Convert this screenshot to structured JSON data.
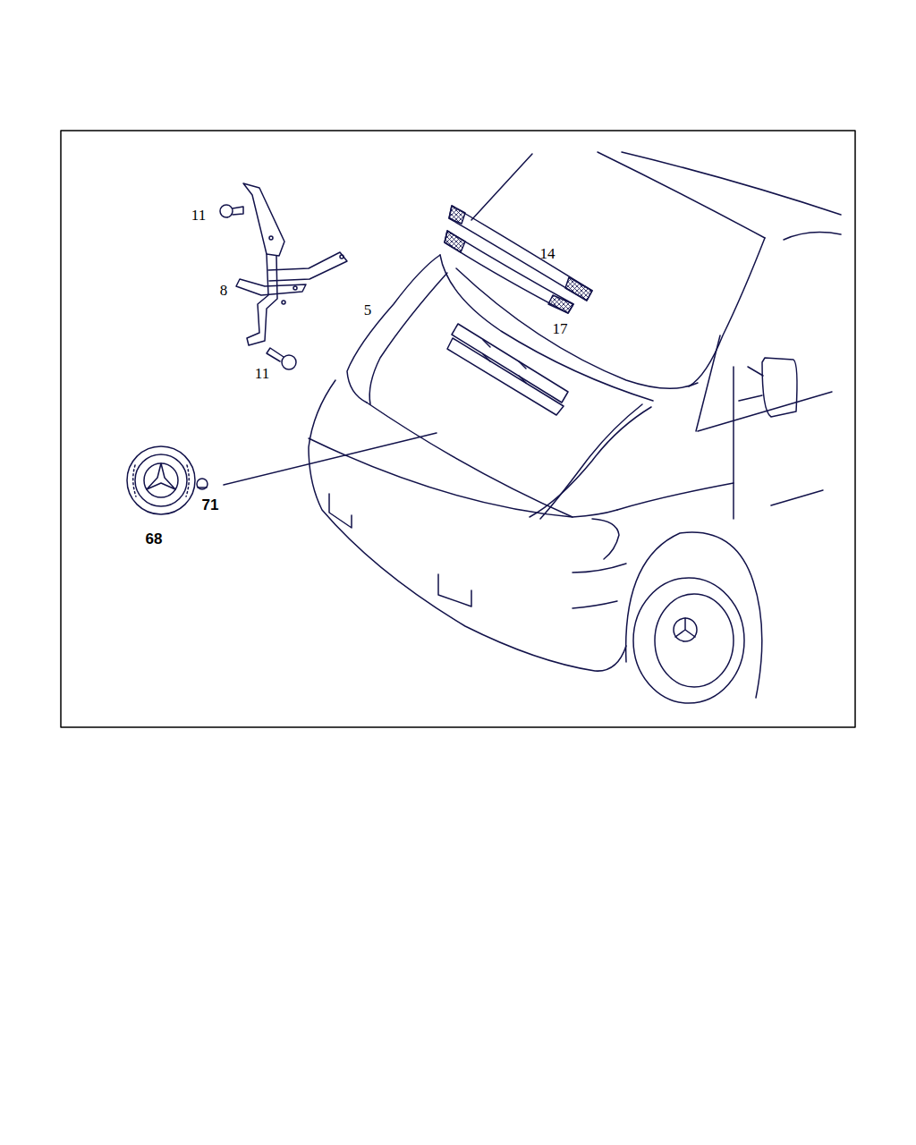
{
  "diagram": {
    "labels": [
      "11",
      "14",
      "8",
      "5",
      "17",
      "11",
      "71",
      "68"
    ]
  }
}
